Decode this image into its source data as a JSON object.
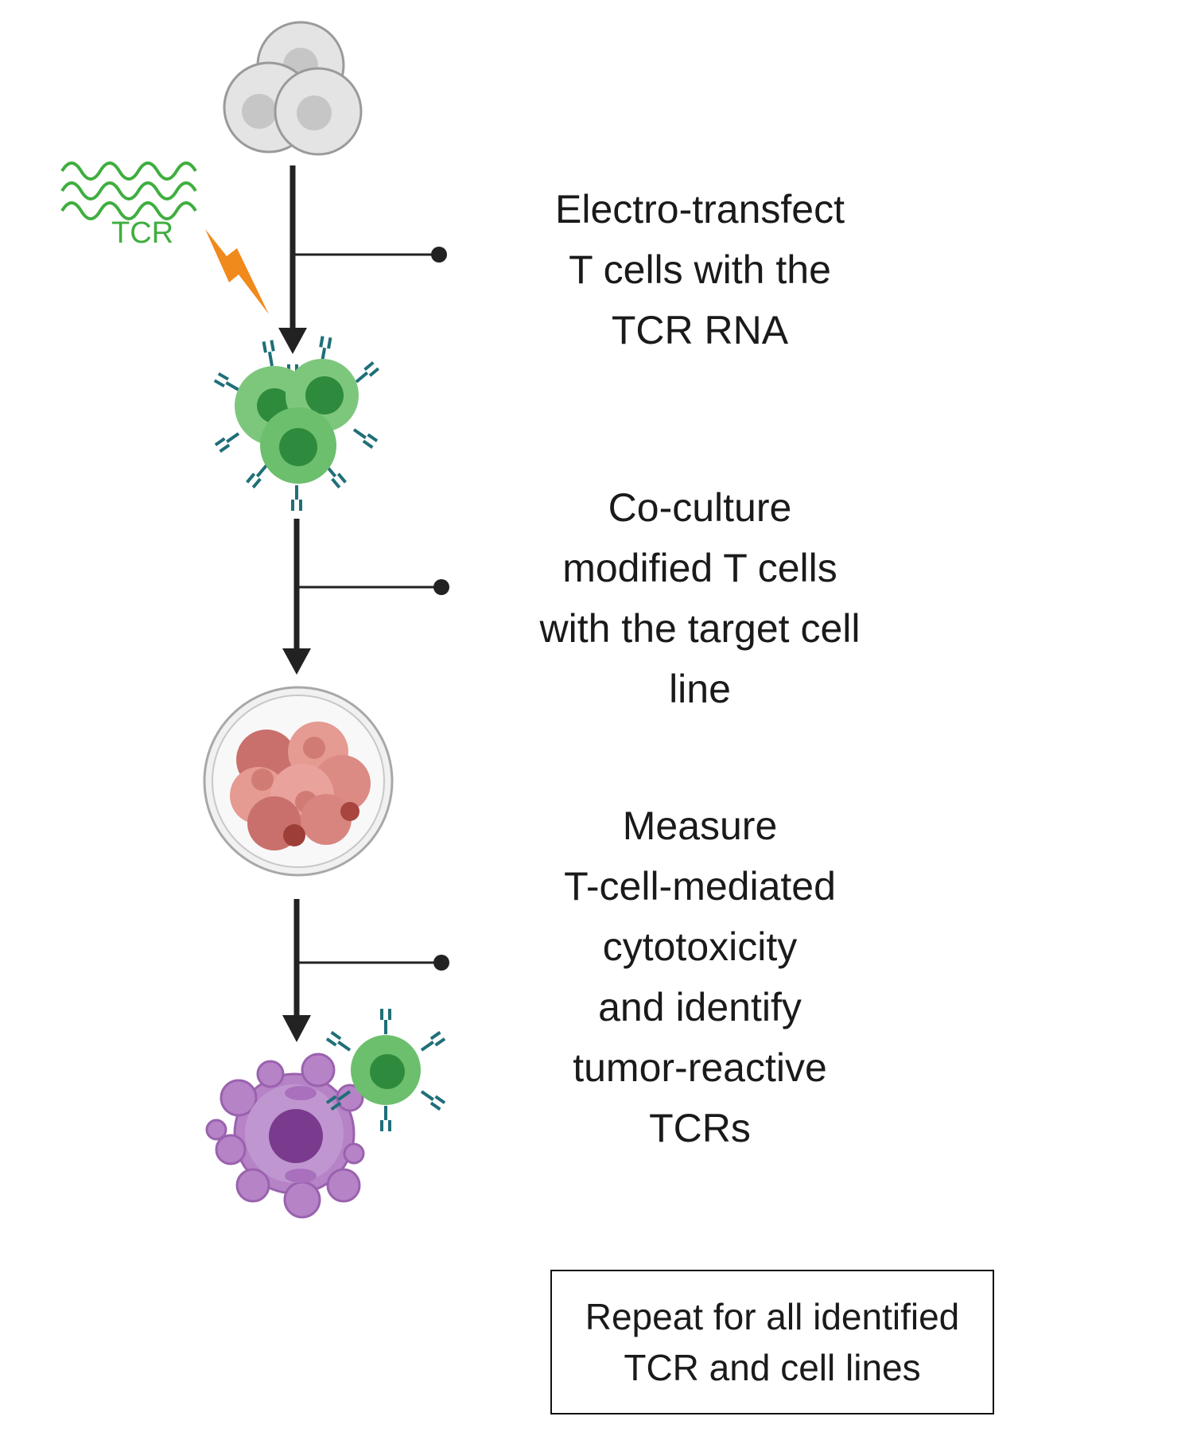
{
  "steps": [
    {
      "lines": [
        "Electro-transfect",
        "T cells with the",
        "TCR RNA"
      ]
    },
    {
      "lines": [
        "Co-culture",
        "modified T cells",
        "with the target cell",
        "line"
      ]
    },
    {
      "lines": [
        "Measure",
        "T-cell-mediated",
        "cytotoxicity",
        "and identify",
        "tumor-reactive",
        "TCRs"
      ]
    }
  ],
  "tcr_label": "TCR",
  "repeat_box": {
    "lines": [
      "Repeat for all identified",
      "TCR and cell lines"
    ]
  },
  "colors": {
    "arrow": "#222222",
    "rna": "#3fae3f",
    "lightning": "#f08a1c",
    "t_cell_body": "#6cbf6c",
    "t_cell_nucleus": "#2e8b3e",
    "receptor": "#1f6f78",
    "resting_cell": "#e4e4e4",
    "tumor_cell": "#e59a92",
    "target_cell": "#b683c7"
  },
  "icons": [
    "resting-t-cells-icon",
    "tcr-rna-icon",
    "lightning-icon",
    "modified-t-cells-icon",
    "petri-dish-tumor-cells-icon",
    "target-cell-icon",
    "attacking-t-cell-icon"
  ]
}
